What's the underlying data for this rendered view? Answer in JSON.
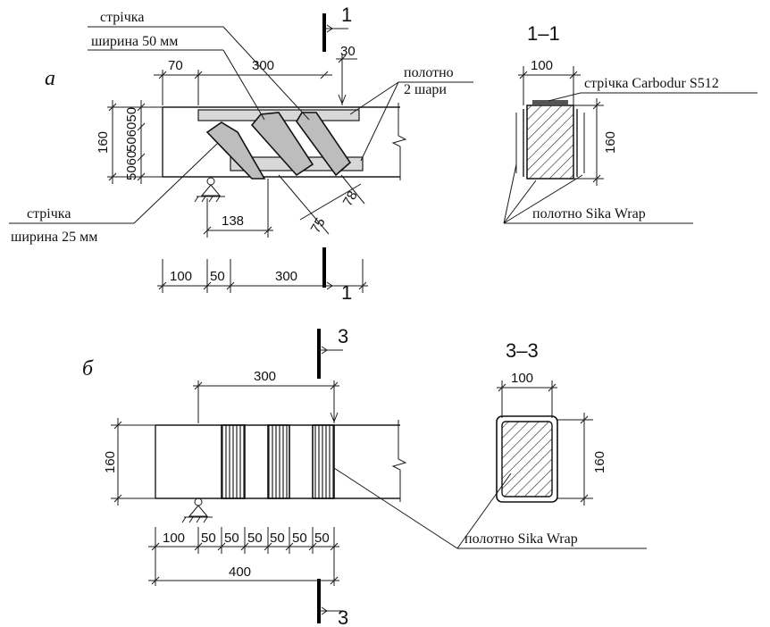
{
  "panel_a": {
    "label": "а",
    "section_mark": "1",
    "section_title": "1–1",
    "callouts": {
      "tape_50_line1": "стрічка",
      "tape_50_line2": "ширина 50 мм",
      "fabric_line1": "полотно",
      "fabric_line2": "2 шари",
      "tape_25_line1": "стрічка",
      "tape_25_line2": "ширина 25 мм",
      "carbodur": "стрічка Carbodur S512",
      "sika_wrap": "полотно Sika Wrap"
    },
    "dims": {
      "top_70": "70",
      "top_300": "300",
      "top_30": "30",
      "height_160": "160",
      "stack_50_60_50": "506050",
      "stack_50_60": "5060",
      "d138": "138",
      "d75": "75",
      "d78": "78",
      "bottom_100": "100",
      "bottom_50": "50",
      "bottom_300": "300",
      "sec_width_100": "100",
      "sec_height_160": "160"
    }
  },
  "panel_b": {
    "label": "б",
    "section_mark": "3",
    "section_title": "3–3",
    "callouts": {
      "sika_wrap": "полотно Sika Wrap"
    },
    "dims": {
      "top_300": "300",
      "height_160": "160",
      "bottom_100": "100",
      "bottom_50s": [
        "50",
        "50",
        "50",
        "50",
        "50",
        "50"
      ],
      "total_400": "400",
      "sec_width_100": "100",
      "sec_height_160": "160"
    }
  }
}
